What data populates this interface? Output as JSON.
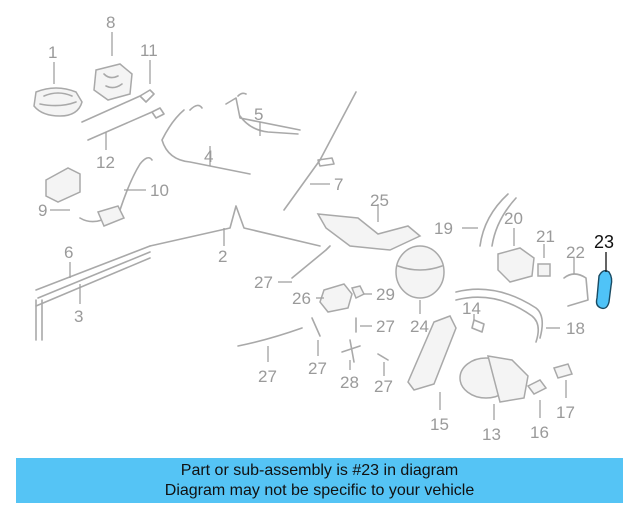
{
  "callouts": {
    "c1": "1",
    "c2": "2",
    "c3": "3",
    "c4": "4",
    "c5": "5",
    "c6": "6",
    "c7": "7",
    "c8": "8",
    "c9": "9",
    "c10": "10",
    "c11": "11",
    "c12": "12",
    "c13": "13",
    "c14": "14",
    "c15": "15",
    "c16": "16",
    "c17": "17",
    "c18": "18",
    "c19": "19",
    "c20": "20",
    "c21": "21",
    "c22": "22",
    "c23": "23",
    "c24": "24",
    "c25": "25",
    "c26": "26",
    "c27a": "27",
    "c27b": "27",
    "c27c": "27",
    "c27d": "27",
    "c27e": "27",
    "c28": "28",
    "c29": "29"
  },
  "highlighted_part": "23",
  "banner": {
    "line1": "Part or sub-assembly is #23 in diagram",
    "line2": "Diagram may not be specific to your vehicle"
  },
  "colors": {
    "banner_bg": "#55c4f5",
    "highlight": "#4fc3f7",
    "part_line": "#a9a9a9"
  }
}
